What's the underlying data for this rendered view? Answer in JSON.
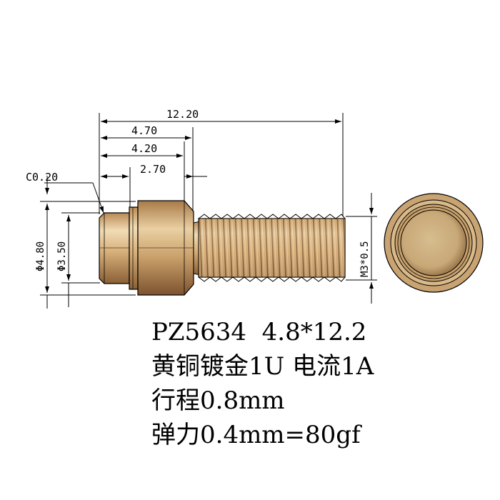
{
  "dimensions": {
    "overall_length": "12.20",
    "length_a": "4.70",
    "length_b": "4.20",
    "length_c": "2.70",
    "chamfer": "C0.20",
    "outer_diameter": "Φ4.80",
    "inner_diameter": "Φ3.50",
    "thread": "M3*0.5"
  },
  "spec": {
    "line1": "PZ5634  4.8*12.2",
    "line2": "黄铜镀金1U 电流1A",
    "line3": "行程0.8mm",
    "line4": "弹力0.4mm=80gf"
  },
  "colors": {
    "brass_light": "#e6c99a",
    "brass_mid": "#c79a5c",
    "brass_dark": "#7a5230",
    "line": "#000000"
  }
}
